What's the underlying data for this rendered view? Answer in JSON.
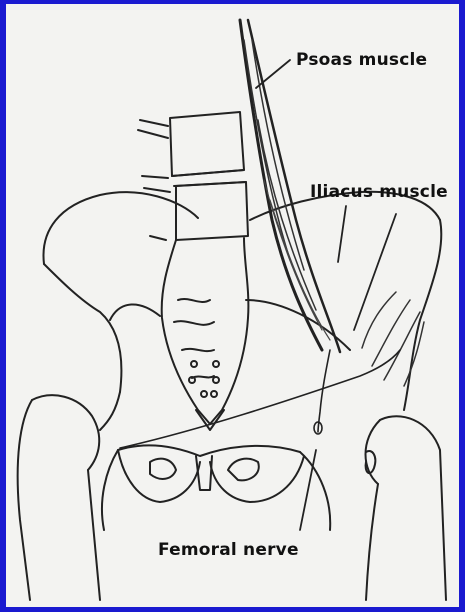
{
  "labels": {
    "psoas": "Psoas muscle",
    "iliacus": "Iliacus muscle",
    "femoral": "Femoral nerve"
  },
  "colors": {
    "slide_border": "#1a1ad0",
    "paper": "#f3f3f1",
    "ink": "#111111"
  }
}
